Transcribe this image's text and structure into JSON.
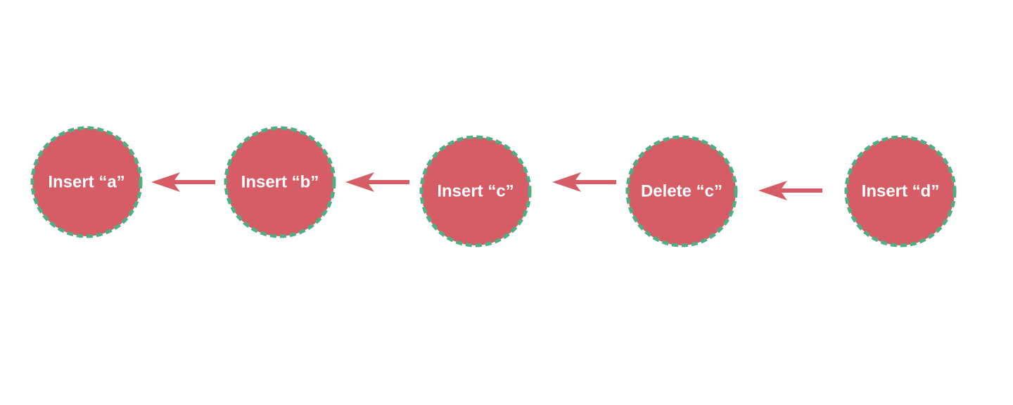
{
  "colors": {
    "node_fill": "#d65c65",
    "node_border": "#4fae83",
    "arrow": "#d65c65",
    "label": "#ffffff",
    "background": "#ffffff"
  },
  "nodes": [
    {
      "label": "Insert “a”"
    },
    {
      "label": "Insert “b”"
    },
    {
      "label": "Insert “c”"
    },
    {
      "label": "Delete “c”"
    },
    {
      "label": "Insert “d”"
    }
  ],
  "edges": [
    {
      "from": 1,
      "to": 0
    },
    {
      "from": 2,
      "to": 1
    },
    {
      "from": 3,
      "to": 2
    },
    {
      "from": 4,
      "to": 3
    }
  ]
}
